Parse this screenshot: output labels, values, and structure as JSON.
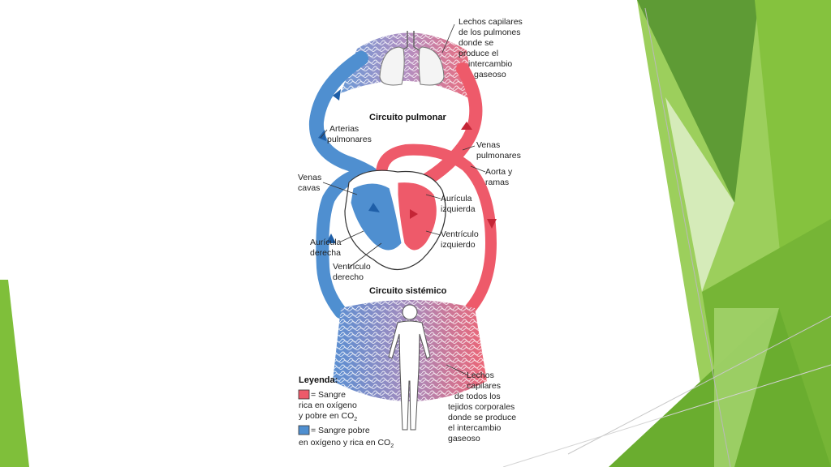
{
  "diagram": {
    "circuits": {
      "pulmonary": "Circuito pulmonar",
      "systemic": "Circuito sistémico"
    },
    "labels": {
      "lung_capillaries": [
        "Lechos capilares",
        "de los pulmones",
        "donde se",
        "produce el",
        "intercambio",
        "gaseoso"
      ],
      "pulmonary_arteries": [
        "Arterias",
        "pulmonares"
      ],
      "pulmonary_veins": [
        "Venas",
        "pulmonares"
      ],
      "aorta": [
        "Aorta y",
        "ramas"
      ],
      "vena_cava": [
        "Venas",
        "cavas"
      ],
      "left_atrium": [
        "Aurícula",
        "izquierda"
      ],
      "left_ventricle": [
        "Ventrículo",
        "izquierdo"
      ],
      "right_atrium": [
        "Aurícula",
        "derecha"
      ],
      "right_ventricle": [
        "Ventrículo",
        "derecho"
      ],
      "body_capillaries": [
        "Lechos",
        "capilares",
        "de todos los",
        "tejidos corporales",
        "donde se produce",
        "el intercambio",
        "gaseoso"
      ]
    },
    "legend": {
      "title": "Leyenda:",
      "red_line1": "= Sangre",
      "red_line2": "rica en oxígeno",
      "red_line3": "y pobre en CO",
      "blue_line1": "= Sangre pobre",
      "blue_line2": "en oxígeno y rica en CO",
      "subscript": "2"
    },
    "colors": {
      "oxygenated": "#ee5a6a",
      "deoxygenated": "#4f8fd0",
      "mixed": "#a78bbd",
      "outline": "#333333"
    }
  },
  "decor": {
    "green_dark": "#5b9a30",
    "green_mid": "#7fbf3a",
    "green_light": "#b8dc8c"
  }
}
